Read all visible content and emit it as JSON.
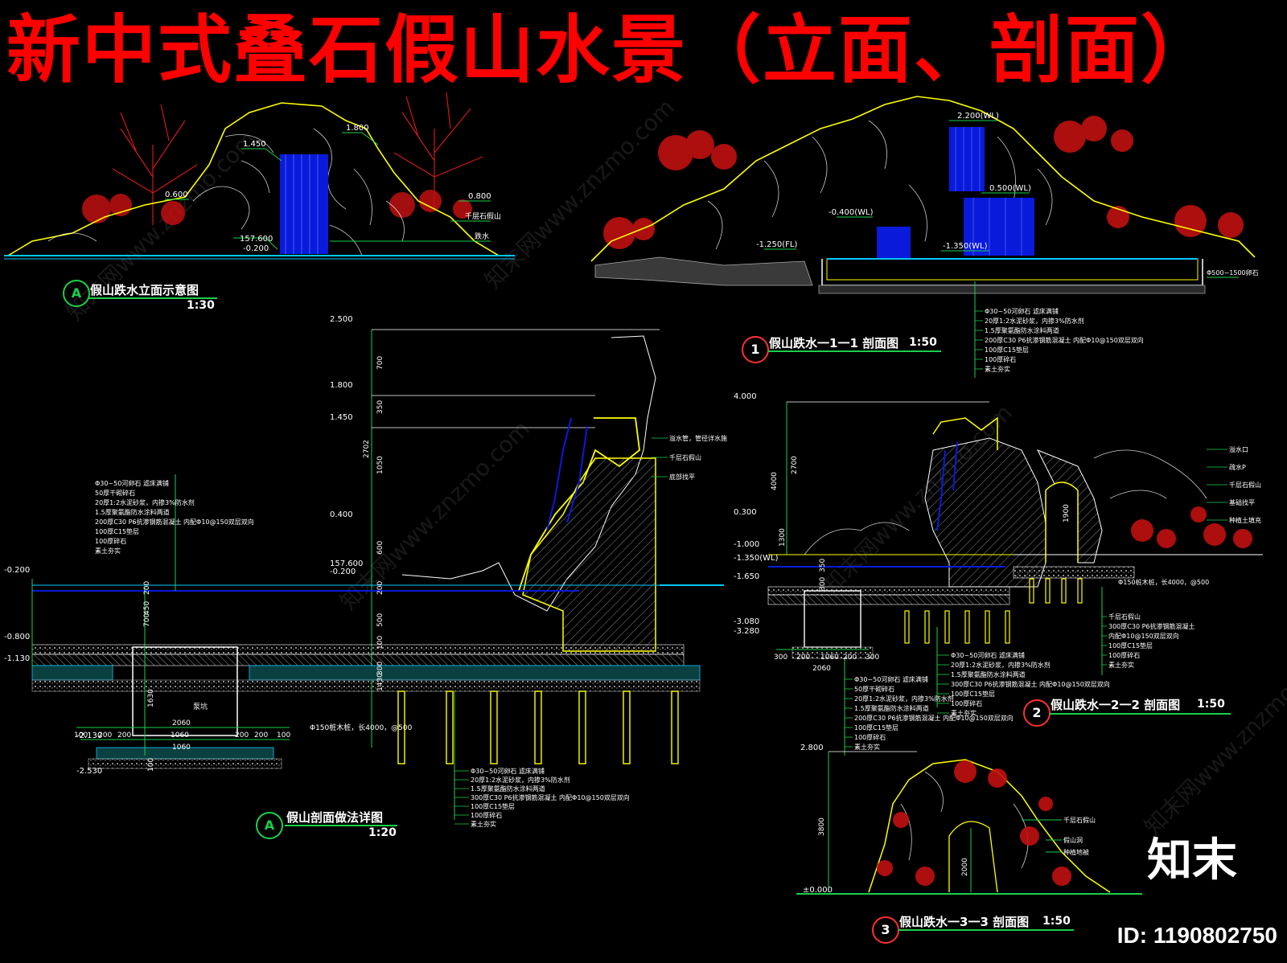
{
  "title": "新中式叠石假山水景（立面、剖面）",
  "drawings": {
    "elevation": {
      "tag": "A",
      "caption": "假山跌水立面示意图",
      "scale": "1:30",
      "levels": [
        "1.800",
        "1.450",
        "0.600",
        "0.800",
        "157.600",
        "-0.200"
      ],
      "notes": [
        "千层石假山",
        "跌水"
      ]
    },
    "section_1": {
      "tag": "1",
      "caption": "假山跌水一1一1 剖面图",
      "scale": "1:50",
      "levels": [
        "2.200(WL)",
        "0.500(WL)",
        "-0.400(WL)",
        "-1.250(FL)",
        "-1.350(WL)"
      ],
      "notes": [
        "Φ30~50河卵石 滤床满铺",
        "20厚1:2水泥砂浆，内掺3%防水剂",
        "1.5厚聚氨酯防水涂料两道",
        "200厚C30 P6抗渗钢筋混凝土 内配Φ10@150双层双向",
        "100厚C15垫层",
        "100厚碎石",
        "素土夯实"
      ]
    },
    "detail": {
      "tag": "A",
      "caption": "假山剖面做法详图",
      "scale": "1:20",
      "levels": [
        "2.500",
        "1.800",
        "1.450",
        "0.400",
        "157.600",
        "-0.200",
        "-0.200",
        "-0.800",
        "-1.130",
        "-2.130",
        "-2.530"
      ],
      "dims_v": [
        "700",
        "350",
        "1050",
        "2702",
        "600",
        "200",
        "200",
        "700",
        "450",
        "500",
        "100",
        "300",
        "1430",
        "1630",
        "100"
      ],
      "dims_h": [
        "100",
        "200",
        "200",
        "1060",
        "200",
        "200",
        "100",
        "2060",
        "1060"
      ],
      "notes_left": [
        "Φ30~50河卵石 滤床满铺",
        "50厚干砌碎石",
        "20厚1:2水泥砂浆，内掺3%防水剂",
        "1.5厚聚氨酯防水涂料两道",
        "200厚C30 P6抗渗钢筋混凝土 内配Φ10@150双层双向",
        "100厚C15垫层",
        "100厚碎石",
        "素土夯实"
      ],
      "notes_right": [
        "溢水管，管径详水施",
        "千层石假山",
        "底部找平"
      ],
      "pile_note": "Φ150桩木桩，长4000，@500",
      "notes_bottom": [
        "Φ30~50河卵石 滤床满铺",
        "20厚1:2水泥砂浆，内掺3%防水剂",
        "1.5厚聚氨酯防水涂料两道",
        "300厚C30 P6抗渗钢筋混凝土 内配Φ10@150双层双向",
        "100厚C15垫层",
        "100厚碎石",
        "素土夯实"
      ],
      "pit_label": "泵坑"
    },
    "section_2": {
      "tag": "2",
      "caption": "假山跌水一2一2 剖面图",
      "scale": "1:50",
      "levels": [
        "4.000",
        "0.300",
        "-1.000",
        "-1.350(WL)",
        "-1.650",
        "-3.080",
        "-3.280"
      ],
      "dims_v": [
        "2700",
        "4000",
        "1300",
        "350",
        "300",
        "1900"
      ],
      "dims_h": [
        "300",
        "200",
        "1060",
        "200",
        "300",
        "2060"
      ],
      "notes_right": [
        "溢水口",
        "疏水P",
        "千层石假山",
        "基础找平",
        "种植土填充"
      ],
      "pile_note": "Φ150桩木桩，长4000，@500",
      "notes_a": [
        "千层石假山",
        "300厚C30 P6抗渗钢筋混凝土",
        "内配Φ10@150双层双向",
        "100厚C15垫层",
        "100厚碎石",
        "素土夯实"
      ],
      "notes_b": [
        "Φ30~50河卵石 滤床满铺",
        "20厚1:2水泥砂浆，内掺3%防水剂",
        "1.5厚聚氨酯防水涂料两道",
        "300厚C30 P6抗渗钢筋混凝土 内配Φ10@150双层双向",
        "100厚C15垫层",
        "100厚碎石",
        "素土夯实"
      ],
      "notes_c": [
        "Φ30~50河卵石 滤床满铺",
        "50厚干砌碎石",
        "20厚1:2水泥砂浆，内掺3%防水剂",
        "1.5厚聚氨酯防水涂料两道",
        "200厚C30 P6抗渗钢筋混凝土 内配Φ10@150双层双向",
        "100厚C15垫层",
        "100厚碎石",
        "素土夯实"
      ]
    },
    "section_3": {
      "tag": "3",
      "caption": "假山跌水一3一3 剖面图",
      "scale": "1:50",
      "levels": [
        "2.800",
        "±0.000"
      ],
      "dims_v": [
        "3800",
        "2000"
      ],
      "notes": [
        "千层石假山",
        "假山洞",
        "种植地被"
      ]
    }
  },
  "pile_spec": "Φ500~1500卵石",
  "logo": "知末",
  "id_text": "ID: 1190802750",
  "watermark": "知末网www.znzmo.com",
  "colors": {
    "title": "#ff0000",
    "rock": "#ffff00",
    "tree": "#d01818",
    "water": "#0a1adb",
    "dim": "#19d04a",
    "ground": "#00c8ff",
    "text": "#ffffff"
  }
}
